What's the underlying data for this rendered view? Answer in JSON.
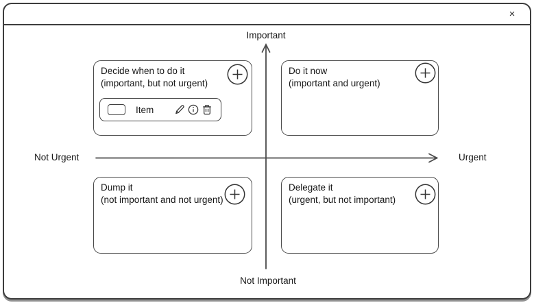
{
  "window": {
    "close_label": "×"
  },
  "axes": {
    "top": "Important",
    "bottom": "Not Important",
    "left": "Not Urgent",
    "right": "Urgent"
  },
  "quadrants": [
    {
      "key": "decide",
      "title": "Decide when to do it",
      "subtitle": "(important, but not urgent)",
      "items": [
        {
          "label": "Item",
          "checked": false,
          "actions": [
            "pencil-icon",
            "info-icon",
            "trash-icon"
          ]
        }
      ]
    },
    {
      "key": "do-it-now",
      "title": "Do it now",
      "subtitle": "(important and urgent)",
      "items": []
    },
    {
      "key": "dump",
      "title": "Dump it",
      "subtitle": "(not important and not urgent)",
      "items": []
    },
    {
      "key": "delegate",
      "title": "Delegate it",
      "subtitle": "(urgent, but not important)",
      "items": []
    }
  ],
  "icons": {
    "add": "plus-icon",
    "close": "x-icon",
    "edit": "pencil-icon",
    "info": "info-icon",
    "delete": "trash-icon",
    "checkbox": "checkbox"
  },
  "colors": {
    "stroke_dark": "#3d3d3d",
    "card_border": "#4a4a4a",
    "axis": "#4a4a4a",
    "text": "#161616",
    "background": "#ffffff"
  }
}
